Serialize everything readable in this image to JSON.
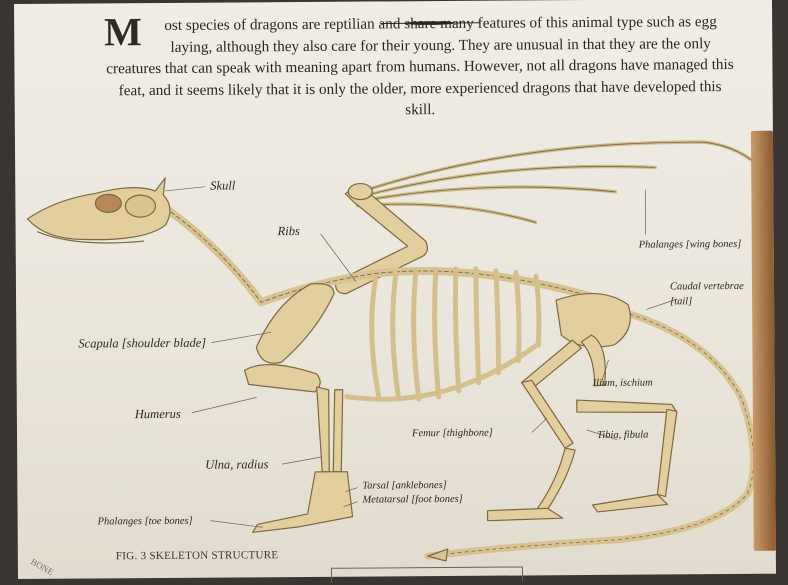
{
  "intro": {
    "dropcap": "M",
    "text": "ost species of dragons are reptilian and share many features of this animal type such as egg laying, although they also care for their young. They are unusual in that they are the only creatures that can speak with meaning apart from humans. However, not all dragons have managed this feat, and it seems likely that it is only the older, more experienced dragons that have developed this skill."
  },
  "labels": {
    "skull": "Skull",
    "ribs": "Ribs",
    "phalanges_wing": "Phalanges [wing bones]",
    "caudal_line1": "Caudal vertebrae",
    "caudal_line2": "[tail]",
    "scapula": "Scapula [shoulder blade]",
    "humerus": "Humerus",
    "ilium": "Ilium, ischium",
    "femur": "Femur [thighbone]",
    "tibia": "Tibia, fibula",
    "ulna": "Ulna, radius",
    "tarsal": "Tarsal [anklebones]",
    "metatarsal": "Metatarsal [foot bones]",
    "phalanges_toe": "Phalanges [toe bones]"
  },
  "caption": "FIG. 3  SKELETON STRUCTURE",
  "corner_text": "BONE",
  "colors": {
    "bone": "#e2cf9d",
    "bone_outline": "#7d6840",
    "eye": "#b7875a",
    "ink": "#2b2620"
  }
}
